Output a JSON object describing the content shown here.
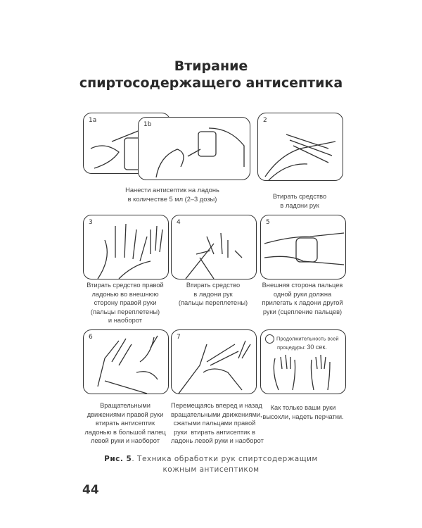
{
  "title": {
    "line1": "Втирание",
    "line2": "спиртосодержащего антисептика"
  },
  "panels": [
    {
      "label": "1a"
    },
    {
      "label": "1b"
    },
    {
      "label": "2"
    },
    {
      "label": "3"
    },
    {
      "label": "4"
    },
    {
      "label": "5"
    },
    {
      "label": "6"
    },
    {
      "label": "7"
    },
    {
      "label": "",
      "timer_line1": "Продолжительность всей",
      "timer_line2": "процедуры:",
      "timer_value": "30 сек."
    }
  ],
  "captions": {
    "c1": "Нанести антисептик на ладонь\nв количестве 5 мл (2–3 дозы)",
    "c2": "Втирать средство\nв ладони рук",
    "c3": "Втирать средство правой\nладонью во внешнюю\nсторону правой руки\n(пальцы переплетены)\nи наоборот",
    "c4": "Втирать средство\nв ладони рук\n(пальцы переплетены)",
    "c5": "Внешняя сторона пальцев\nодной руки должна\nприлегать к ладони другой\nруки (сцепление пальцев)",
    "c6": "Вращательными\nдвижениями правой руки\nвтирать антисептик\nладонью в большой палец\nлевой руки и наоборот",
    "c7": "Перемещаясь вперед и назад\nвращательными движениями,\nсжатыми пальцами правой\nруки  втирать антисептик в\nладонь левой руки и наоборот",
    "c8": "Как только ваши руки\nвысохли, надеть перчатки."
  },
  "figure_caption": {
    "label": "Рис. 5",
    "text": ". Техника обработки рук спиртсодержащим",
    "line2": "кожным антисептиком"
  },
  "page_number": "44"
}
